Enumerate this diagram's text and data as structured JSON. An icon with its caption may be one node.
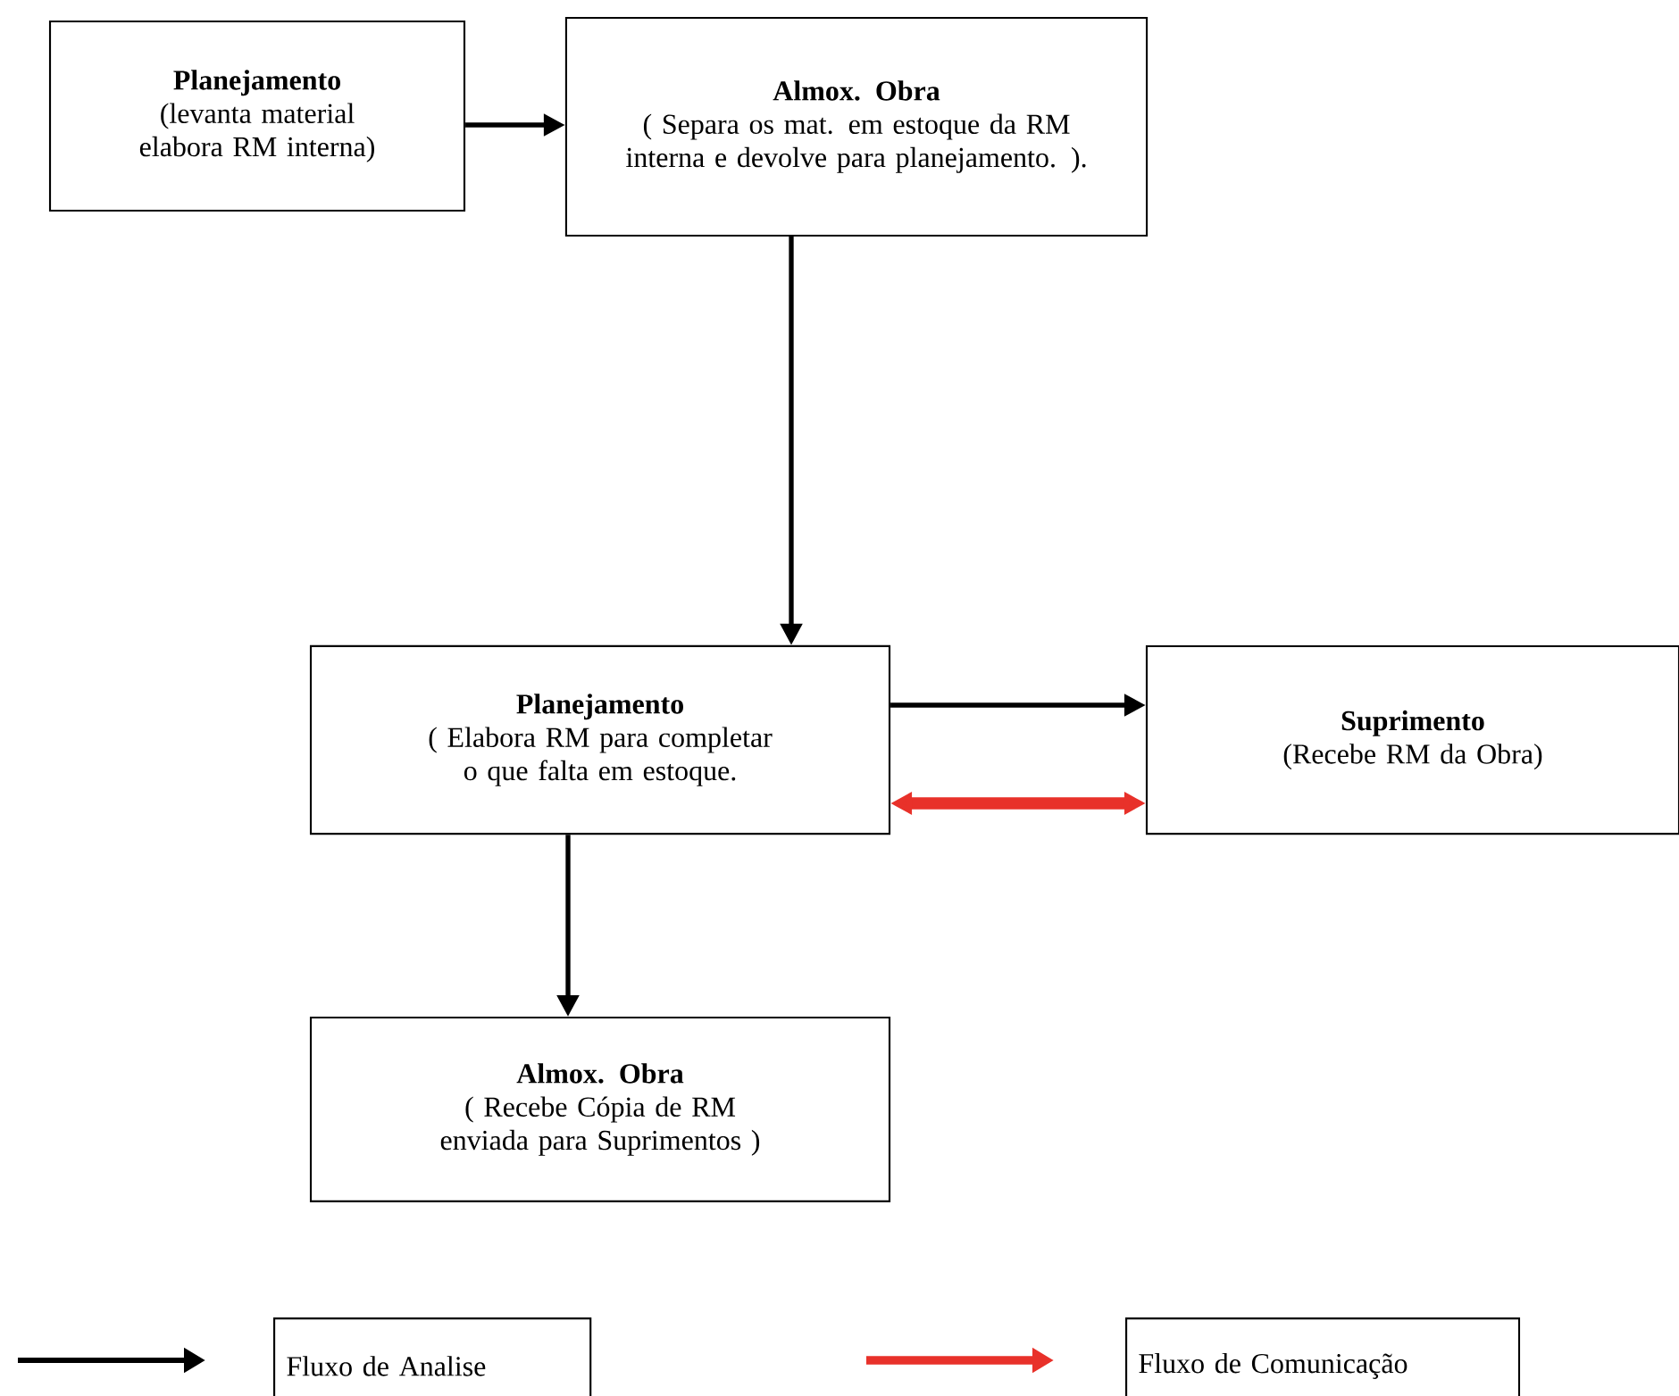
{
  "diagram": {
    "nodes": [
      {
        "text": [
          "Planejamento",
          "(levanta material elabora RM interna)"
        ]
      },
      {
        "text": [
          "Almox. Obra",
          "( Separa os mat. em estoque da RM interna e devolve para planejamento. )."
        ]
      },
      {
        "text": [
          "Planejamento",
          "( Elabora RM para completar o que falta em estoque."
        ]
      },
      {
        "text": [
          "Suprimento",
          "(Recebe RM da Obra)"
        ]
      },
      {
        "text": [
          "Almox. Obra",
          "( Recebe Cópia de RM enviada para Suprimentos )"
        ]
      }
    ],
    "edges": [
      {
        "from": 0,
        "to": 1,
        "arrow": "to"
      },
      {
        "from": 1,
        "to": 2,
        "arrow": "to"
      },
      {
        "from": 2,
        "to": 3,
        "arrow": "to"
      },
      {
        "from": 2,
        "to": 3,
        "arrow": "both",
        "style": "thick",
        "color": "#e8312a"
      },
      {
        "from": 2,
        "to": 4,
        "arrow": "to"
      }
    ],
    "legend": [
      {
        "text": "Fluxo de Analise"
      },
      {
        "text": "Fluxo de Comunicação"
      }
    ]
  }
}
